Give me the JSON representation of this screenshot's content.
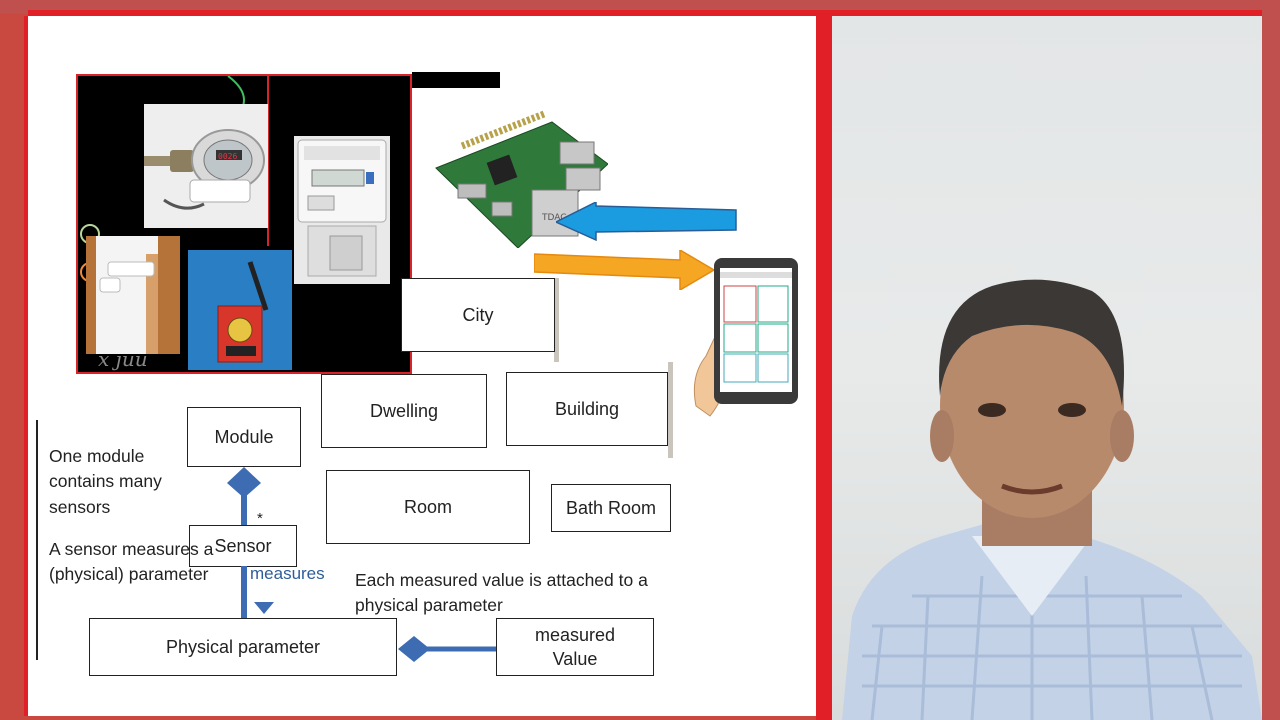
{
  "diagram": {
    "boxes": {
      "city": "City",
      "dwelling": "Dwelling",
      "building": "Building",
      "room": "Room",
      "bath_room": "Bath Room",
      "module": "Module",
      "sensor": "Sensor",
      "physical_parameter": "Physical parameter",
      "measured_value": "measured Value"
    },
    "notes": {
      "module_note": "One module contains many sensors",
      "sensor_note": "A sensor measures a (physical) parameter",
      "value_note": "Each measured value is attached to a physical parameter"
    },
    "relations": {
      "measures_label": "measures",
      "multiplicity": "*"
    }
  },
  "images": {
    "water_meter_display": "0026",
    "raspberry_pi_jack": "TDAC"
  },
  "colors": {
    "frame_red": "#e01f26",
    "uml_blue": "#3d6cb2",
    "arrow_blue": "#1b9be0",
    "arrow_orange": "#f5a623"
  }
}
